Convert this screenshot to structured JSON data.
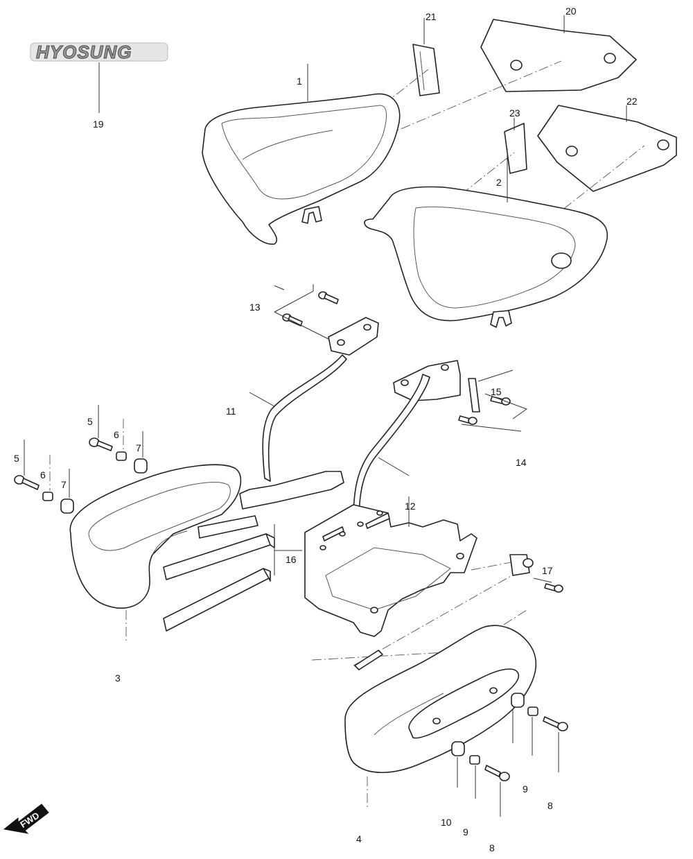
{
  "diagram": {
    "brand_logo_text": "HYOSUNG",
    "direction_marker": "FWD",
    "callouts": [
      {
        "id": "c19",
        "text": "19"
      },
      {
        "id": "c21",
        "text": "21"
      },
      {
        "id": "c20",
        "text": "20"
      },
      {
        "id": "c1",
        "text": "1"
      },
      {
        "id": "c23",
        "text": "23"
      },
      {
        "id": "c22",
        "text": "22"
      },
      {
        "id": "c2",
        "text": "2"
      },
      {
        "id": "c13",
        "text": "13"
      },
      {
        "id": "c11",
        "text": "11"
      },
      {
        "id": "c15",
        "text": "15"
      },
      {
        "id": "c14",
        "text": "14"
      },
      {
        "id": "c5a",
        "text": "5"
      },
      {
        "id": "c6a",
        "text": "6"
      },
      {
        "id": "c7a",
        "text": "7"
      },
      {
        "id": "c5b",
        "text": "5"
      },
      {
        "id": "c6b",
        "text": "6"
      },
      {
        "id": "c7b",
        "text": "7"
      },
      {
        "id": "c12",
        "text": "12"
      },
      {
        "id": "c16",
        "text": "16"
      },
      {
        "id": "c17",
        "text": "17"
      },
      {
        "id": "c3",
        "text": "3"
      },
      {
        "id": "c9a",
        "text": "9"
      },
      {
        "id": "c8a",
        "text": "8"
      },
      {
        "id": "c10",
        "text": "10"
      },
      {
        "id": "c9b",
        "text": "9"
      },
      {
        "id": "c8b",
        "text": "8"
      },
      {
        "id": "c4",
        "text": "4"
      }
    ]
  }
}
